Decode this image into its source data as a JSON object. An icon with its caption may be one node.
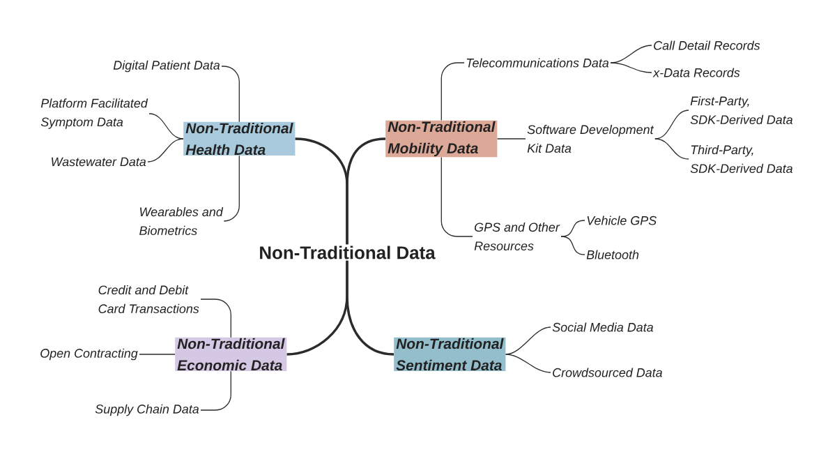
{
  "diagram": {
    "nodes": [
      {
        "text": [
          "Non-Traditional Data"
        ]
      },
      {
        "text": [
          "Non-Traditional Health Data"
        ]
      },
      {
        "text": [
          "Digital Patient Data"
        ]
      },
      {
        "text": [
          "Platform Facilitated Symptom Data"
        ]
      },
      {
        "text": [
          "Wastewater Data"
        ]
      },
      {
        "text": [
          "Wearables and Biometrics"
        ]
      },
      {
        "text": [
          "Non-Traditional Mobility Data"
        ]
      },
      {
        "text": [
          "Telecommunications Data"
        ]
      },
      {
        "text": [
          "Call Detail Records"
        ]
      },
      {
        "text": [
          "x-Data Records"
        ]
      },
      {
        "text": [
          "Software Development Kit Data"
        ]
      },
      {
        "text": [
          "First-Party, SDK-Derived Data"
        ]
      },
      {
        "text": [
          "Third-Party, SDK-Derived Data"
        ]
      },
      {
        "text": [
          "GPS and Other Resources"
        ]
      },
      {
        "text": [
          "Vehicle GPS"
        ]
      },
      {
        "text": [
          "Bluetooth"
        ]
      },
      {
        "text": [
          "Non-Traditional Economic Data"
        ]
      },
      {
        "text": [
          "Credit and Debit Card Transactions"
        ]
      },
      {
        "text": [
          "Open Contracting"
        ]
      },
      {
        "text": [
          "Supply Chain Data"
        ]
      },
      {
        "text": [
          "Non-Traditional Sentiment Data"
        ]
      },
      {
        "text": [
          "Social Media Data"
        ]
      },
      {
        "text": [
          "Crowdsourced Data"
        ]
      }
    ],
    "edges": [
      {
        "from": 0,
        "to": 1,
        "arrow": "none",
        "style": "thick"
      },
      {
        "from": 0,
        "to": 6,
        "arrow": "none",
        "style": "thick"
      },
      {
        "from": 0,
        "to": 16,
        "arrow": "none",
        "style": "thick"
      },
      {
        "from": 0,
        "to": 20,
        "arrow": "none",
        "style": "thick"
      },
      {
        "from": 1,
        "to": 2,
        "arrow": "none"
      },
      {
        "from": 1,
        "to": 3,
        "arrow": "none"
      },
      {
        "from": 1,
        "to": 4,
        "arrow": "none"
      },
      {
        "from": 1,
        "to": 5,
        "arrow": "none"
      },
      {
        "from": 6,
        "to": 7,
        "arrow": "none"
      },
      {
        "from": 7,
        "to": 8,
        "arrow": "none"
      },
      {
        "from": 7,
        "to": 9,
        "arrow": "none"
      },
      {
        "from": 6,
        "to": 10,
        "arrow": "none"
      },
      {
        "from": 10,
        "to": 11,
        "arrow": "none"
      },
      {
        "from": 10,
        "to": 12,
        "arrow": "none"
      },
      {
        "from": 6,
        "to": 13,
        "arrow": "none"
      },
      {
        "from": 13,
        "to": 14,
        "arrow": "none"
      },
      {
        "from": 13,
        "to": 15,
        "arrow": "none"
      },
      {
        "from": 16,
        "to": 17,
        "arrow": "none"
      },
      {
        "from": 16,
        "to": 18,
        "arrow": "none"
      },
      {
        "from": 16,
        "to": 19,
        "arrow": "none"
      },
      {
        "from": 20,
        "to": 21,
        "arrow": "none"
      },
      {
        "from": 20,
        "to": 22,
        "arrow": "none"
      }
    ]
  }
}
